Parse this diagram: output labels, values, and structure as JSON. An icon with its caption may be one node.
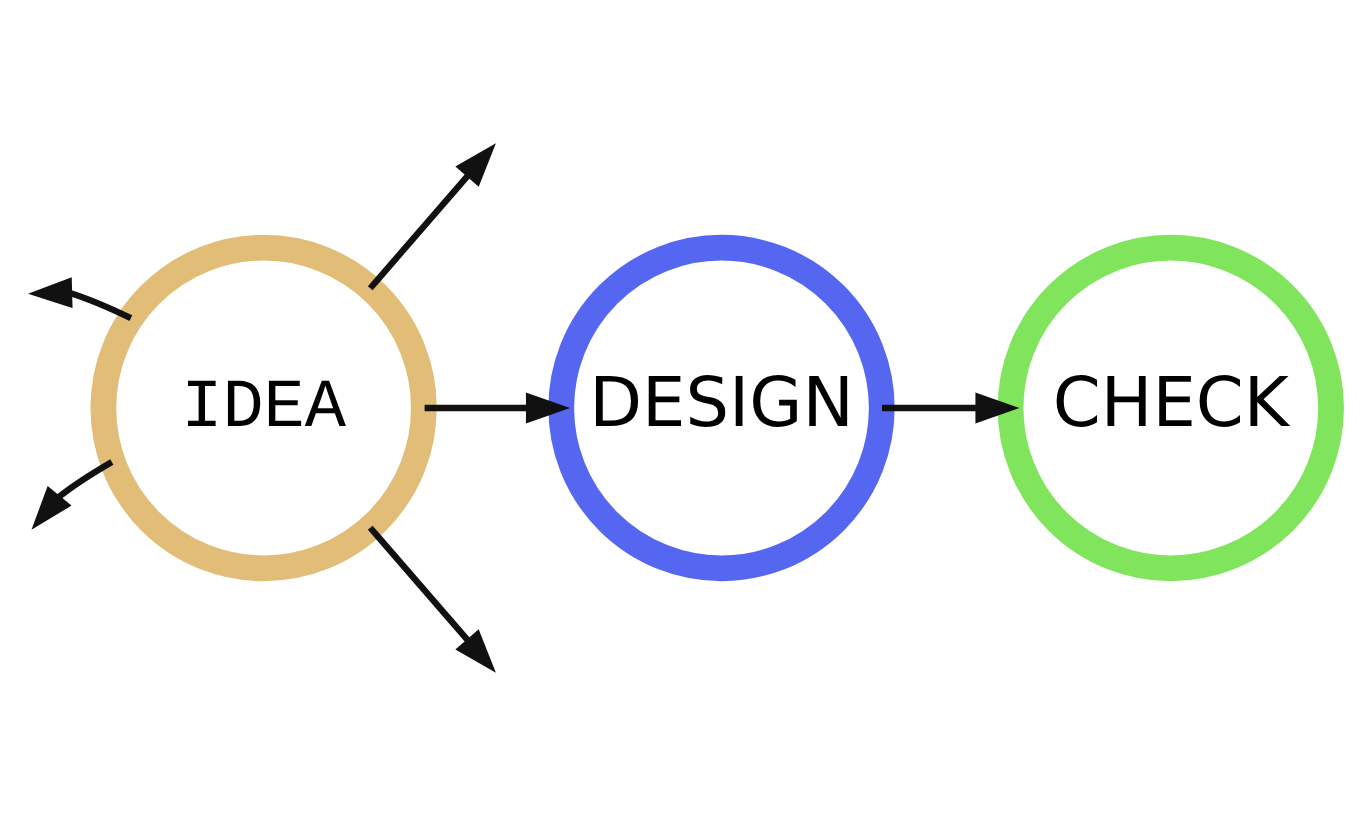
{
  "diagram": {
    "nodes": [
      {
        "text": [
          "IDEA"
        ]
      },
      {
        "text": [
          "DESIGN"
        ]
      },
      {
        "text": [
          "CHECK"
        ]
      }
    ],
    "edges": [
      {
        "from": 0,
        "to": 1,
        "arrow": "to"
      },
      {
        "from": 1,
        "to": 2,
        "arrow": "to"
      },
      {
        "from": 0,
        "to": null,
        "arrow": "to"
      },
      {
        "from": 0,
        "to": null,
        "arrow": "to"
      },
      {
        "from": 0,
        "to": null,
        "arrow": "to"
      },
      {
        "from": 0,
        "to": null,
        "arrow": "to"
      }
    ]
  }
}
